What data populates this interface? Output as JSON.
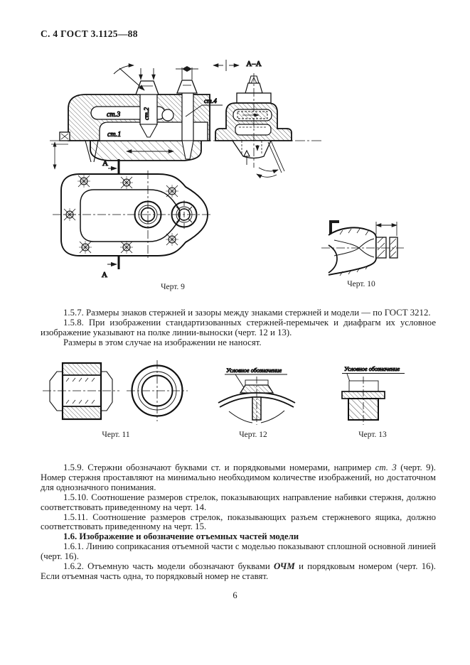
{
  "page": {
    "header": "С. 4 ГОСТ 3.1125—88",
    "page_number": "6"
  },
  "figure9": {
    "caption": "Черт. 9",
    "section_title": "А–А",
    "cut_letter": "А",
    "labels": {
      "st1": "ст.1",
      "st2": "ст.2",
      "st3": "ст.3",
      "st4": "ст.4"
    }
  },
  "figure10": {
    "caption": "Черт. 10"
  },
  "figure11": {
    "caption": "Черт. 11"
  },
  "figure12": {
    "caption": "Черт. 12",
    "callout": "Условное обозначение"
  },
  "figure13": {
    "caption": "Черт. 13",
    "callout": "Условное обозначение"
  },
  "paragraphs": {
    "p157": "1.5.7. Размеры знаков стержней и зазоры между знаками стержней и модели — по ГОСТ 3212.",
    "p158": "1.5.8. При изображении стандартизованных стержней-перемычек и диафрагм их условное изображение указывают на полке линии-выноски (черт. 12 и 13).",
    "p158a": "Размеры в этом случае на изображении не наносят.",
    "p159_pre": "1.5.9. Стержни обозначают буквами ст. и порядковыми номерами, например ",
    "p159_em": "ст. 3",
    "p159_post": " (черт. 9). Номер стержня проставляют на минимально необходимом количестве изображений, но достаточном для однозначного понимания.",
    "p1510": "1.5.10. Соотношение размеров стрелок, показывающих направление набивки стержня, должно соответствовать приведенному на черт. 14.",
    "p1511": "1.5.11. Соотношение размеров стрелок, показывающих разъем стержневого ящика, должно соответствовать приведенному на черт. 15.",
    "h16": "1.6. Изображение и обозначение отъемных частей модели",
    "p161": "1.6.1. Линию соприкасания отъемной части с моделью показывают сплошной основной линией (черт. 16).",
    "p162_pre": "1.6.2. Отъемную часть модели обозначают буквами ",
    "p162_em": "ОЧМ",
    "p162_post": " и порядковым номером (черт. 16). Если отъемная часть одна, то порядковый номер не ставят."
  }
}
